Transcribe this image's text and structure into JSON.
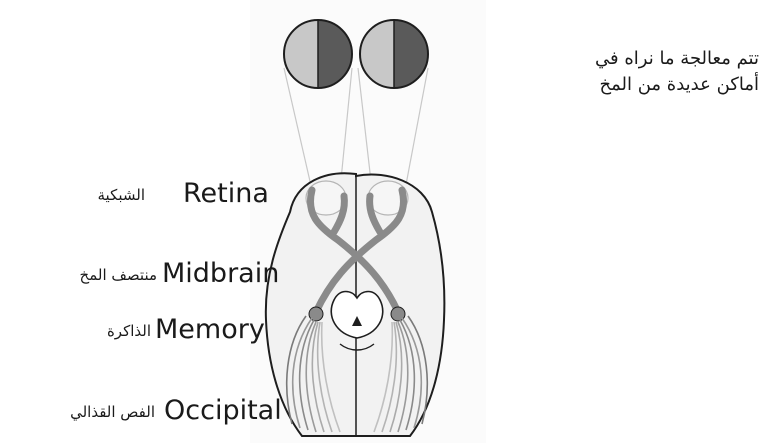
{
  "caption": {
    "line1": "تتم معالجة ما نراه في",
    "line2": "أماكن عديدة من المخ"
  },
  "labels": {
    "retina": {
      "en": "Retina",
      "ar": "الشبكية"
    },
    "midbrain": {
      "en": "Midbrain",
      "ar": "منتصف المخ"
    },
    "memory": {
      "en": "Memory",
      "ar": "الذاكرة"
    },
    "occipital": {
      "en": "Occipital",
      "ar": "الفص القذالي"
    }
  },
  "colors": {
    "eye_light": "#c8c8c8",
    "eye_dark": "#5a5a5a",
    "brain_fill": "#f2f2f2",
    "pathway": "#8a8a8a",
    "outline": "#1e1e1e"
  }
}
